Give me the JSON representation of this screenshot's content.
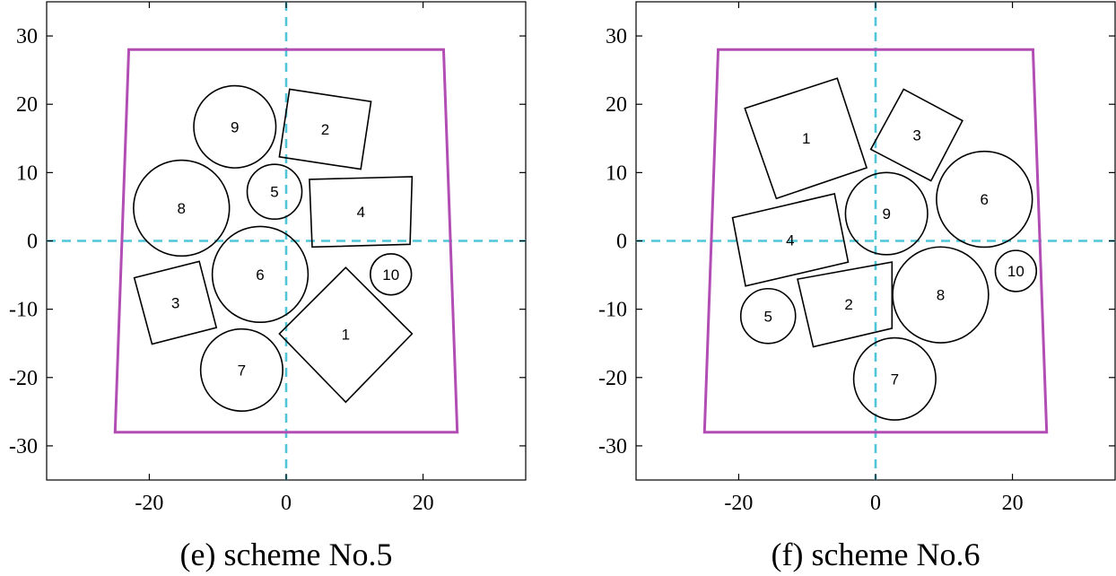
{
  "colors": {
    "container": "#b24db4",
    "axis_lines": "#4fc6d8",
    "objects": "#000000"
  },
  "chart_data": [
    {
      "type": "layout-diagram",
      "caption": "(e) scheme No.5",
      "xlim": [
        -35,
        35
      ],
      "ylim": [
        -35,
        35
      ],
      "xticks": [
        -20,
        0,
        20
      ],
      "yticks": [
        30,
        20,
        10,
        0,
        -10,
        -20,
        -30
      ],
      "dashed_axes_at_zero": true,
      "container": [
        [
          -23,
          28
        ],
        [
          23,
          28
        ],
        [
          25,
          -28
        ],
        [
          -25,
          -28
        ]
      ],
      "circles": [
        {
          "label": "9",
          "cx": -7.5,
          "cy": 16.7,
          "r": 6.0
        },
        {
          "label": "5",
          "cx": -1.7,
          "cy": 7.2,
          "r": 4.0
        },
        {
          "label": "8",
          "cx": -15.3,
          "cy": 4.8,
          "r": 7.0
        },
        {
          "label": "6",
          "cx": -3.8,
          "cy": -4.9,
          "r": 7.0
        },
        {
          "label": "10",
          "cx": 15.3,
          "cy": -4.9,
          "r": 3.0
        },
        {
          "label": "7",
          "cx": -6.5,
          "cy": -18.9,
          "r": 6.0
        }
      ],
      "polygons": [
        {
          "label": "2",
          "points": [
            [
              0.5,
              22.2
            ],
            [
              12.4,
              20.4
            ],
            [
              10.9,
              10.5
            ],
            [
              -1.0,
              12.3
            ]
          ]
        },
        {
          "label": "4",
          "points": [
            [
              3.4,
              9.0
            ],
            [
              18.4,
              9.4
            ],
            [
              18.1,
              -0.5
            ],
            [
              3.8,
              -0.9
            ]
          ]
        },
        {
          "label": "3",
          "points": [
            [
              -22.2,
              -5.4
            ],
            [
              -12.7,
              -3.0
            ],
            [
              -10.2,
              -12.7
            ],
            [
              -19.6,
              -15.1
            ]
          ]
        },
        {
          "label": "1",
          "points": [
            [
              8.7,
              -3.9
            ],
            [
              18.4,
              -13.6
            ],
            [
              8.7,
              -23.6
            ],
            [
              -1.0,
              -13.6
            ]
          ]
        }
      ]
    },
    {
      "type": "layout-diagram",
      "caption": "(f) scheme No.6",
      "xlim": [
        -35,
        35
      ],
      "ylim": [
        -35,
        35
      ],
      "xticks": [
        -20,
        0,
        20
      ],
      "yticks": [
        30,
        20,
        10,
        0,
        -10,
        -20,
        -30
      ],
      "dashed_axes_at_zero": true,
      "container": [
        [
          -23,
          28
        ],
        [
          23,
          28
        ],
        [
          25,
          -28
        ],
        [
          -25,
          -28
        ]
      ],
      "circles": [
        {
          "label": "9",
          "cx": 1.6,
          "cy": 4.0,
          "r": 6.0
        },
        {
          "label": "6",
          "cx": 15.9,
          "cy": 6.1,
          "r": 7.0
        },
        {
          "label": "10",
          "cx": 20.5,
          "cy": -4.4,
          "r": 3.0
        },
        {
          "label": "8",
          "cx": 9.5,
          "cy": -7.9,
          "r": 7.0
        },
        {
          "label": "5",
          "cx": -15.7,
          "cy": -11.0,
          "r": 4.0
        },
        {
          "label": "7",
          "cx": 2.8,
          "cy": -20.2,
          "r": 6.0
        }
      ],
      "polygons": [
        {
          "label": "1",
          "points": [
            [
              -19.1,
              19.4
            ],
            [
              -5.6,
              23.8
            ],
            [
              -1.3,
              10.7
            ],
            [
              -14.5,
              6.2
            ]
          ]
        },
        {
          "label": "3",
          "points": [
            [
              4.1,
              22.2
            ],
            [
              12.7,
              17.6
            ],
            [
              8.1,
              8.8
            ],
            [
              -0.7,
              13.4
            ]
          ]
        },
        {
          "label": "4",
          "points": [
            [
              -20.9,
              3.4
            ],
            [
              -6.0,
              6.9
            ],
            [
              -4.0,
              -3.1
            ],
            [
              -19.0,
              -6.6
            ]
          ]
        },
        {
          "label": "2",
          "points": [
            [
              -11.4,
              -5.6
            ],
            [
              2.4,
              -3.1
            ],
            [
              2.4,
              -12.8
            ],
            [
              -9.1,
              -15.5
            ]
          ]
        }
      ]
    }
  ]
}
